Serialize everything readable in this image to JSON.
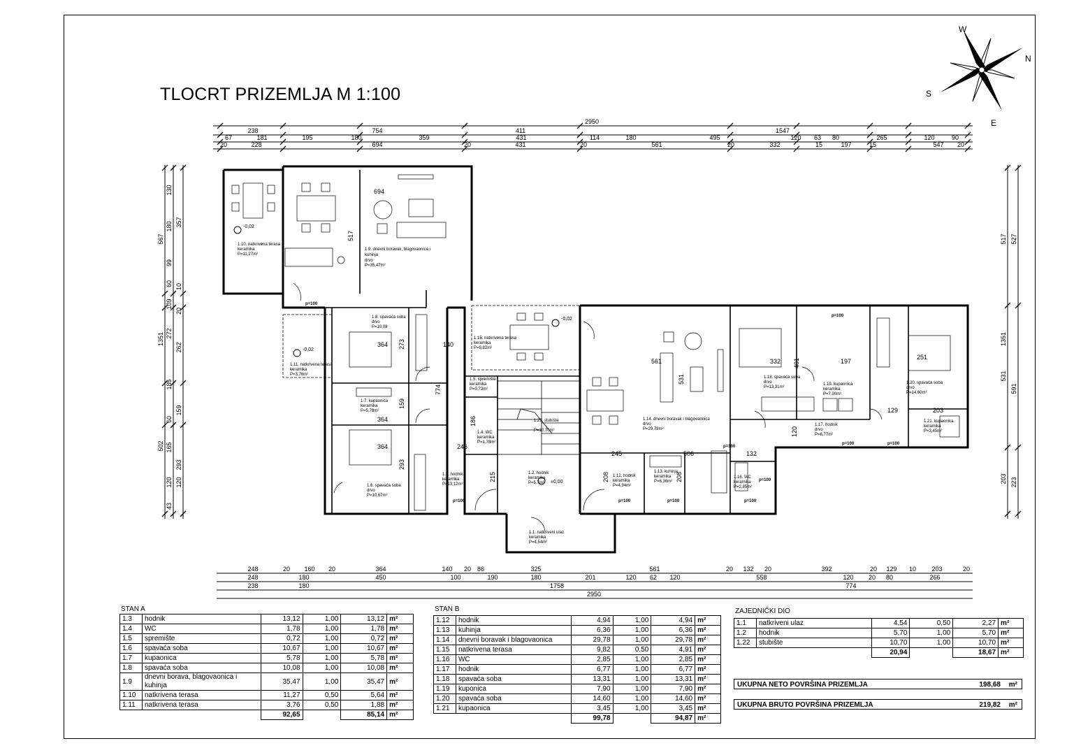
{
  "title": "TLOCRT PRIZEMLJA M 1:100",
  "compass": {
    "w": "W",
    "n": "N",
    "s": "S",
    "e": "E"
  },
  "dims": {
    "top_total": "2950",
    "top_row1": [
      "238",
      "754",
      "411",
      "1547"
    ],
    "top_row2": [
      "67",
      "181",
      "195",
      "180",
      "359",
      "431",
      "114",
      "180",
      "495",
      "120",
      "63",
      "80",
      "265",
      "120",
      "90"
    ],
    "top_row3": [
      "20",
      "228",
      "694",
      "20",
      "431",
      "20",
      "561",
      "20",
      "332",
      "15",
      "197",
      "15",
      "547",
      "20"
    ],
    "bottom_row1": [
      "248",
      "20",
      "160",
      "20",
      "364",
      "140",
      "20",
      "86",
      "325",
      "561",
      "20",
      "132",
      "20",
      "392",
      "20",
      "129",
      "10",
      "203",
      "20"
    ],
    "bottom_row2": [
      "248",
      "180",
      "450",
      "100",
      "190",
      "180",
      "201",
      "120",
      "62",
      "120",
      "558",
      "120",
      "20",
      "80",
      "266"
    ],
    "bottom_row3": [
      "238",
      "180",
      "1758",
      "774"
    ],
    "bottom_total": "2950",
    "left_outer": [
      "567",
      "1351",
      "502"
    ],
    "left_mid": [
      "130",
      "180",
      "99",
      "60",
      "109",
      "272",
      "185",
      "60",
      "165",
      "120",
      "43"
    ],
    "left_inner": [
      "357",
      "10",
      "20",
      "262",
      "159",
      "293",
      "120"
    ],
    "right_outer": [
      "517",
      "1351",
      "531",
      "203"
    ],
    "right_inner": [
      "527",
      "591",
      "223"
    ],
    "internal": [
      "694",
      "517",
      "364",
      "273",
      "140",
      "364",
      "364",
      "159",
      "293",
      "774",
      "186",
      "246",
      "215",
      "245",
      "506",
      "208",
      "208",
      "561",
      "531",
      "332",
      "401",
      "197",
      "251",
      "129",
      "203",
      "120",
      "132"
    ]
  },
  "rooms": {
    "r1_10": {
      "name": "1.10. natkrivena terasa",
      "mat": "keramika",
      "area": "P=11,27m²"
    },
    "r1_9": {
      "name": "1.9. dnevni boravak, blagovaonica i",
      "name2": "kuhinja",
      "mat": "drvo",
      "area": "P=35,47m²"
    },
    "r1_8": {
      "name": "1.8. spavaća soba",
      "mat": "drvo",
      "area": "P=10,08"
    },
    "r1_11": {
      "name": "1.11. natkrivena terasa",
      "mat": "keramika",
      "area": "P=3,76m²"
    },
    "r1_7": {
      "name": "1.7. kupaonica",
      "mat": "keramika",
      "area": "P=5,78m²"
    },
    "r1_6": {
      "name": "1.6. spavaća soba",
      "mat": "drvo",
      "area": "P=10,67m²"
    },
    "r1_5": {
      "name": "1.5. spremište",
      "mat": "keramika",
      "area": "P=0,72m²"
    },
    "r1_4": {
      "name": "1.4. WC",
      "mat": "keramika",
      "area": "P=1,78m²"
    },
    "r1_3": {
      "name": "1.3. hodnik",
      "mat": "keramika",
      "area": "P=13,12m²"
    },
    "r1_22": {
      "name": "1.22. stubište",
      "mat": "",
      "area": "P=10,70m²"
    },
    "r1_2": {
      "name": "1.2. hodnik",
      "mat": "keramika",
      "area": "P=5,7m²"
    },
    "r1_1": {
      "name": "1.1. natkriveni ulaz",
      "mat": "keramika",
      "area": "P=4,54m²"
    },
    "r1_15": {
      "name": "1.15. natkrivena terasa",
      "mat": "keramika",
      "area": "P=9,82m²"
    },
    "r1_14": {
      "name": "1.14. dnevni boravak i blagovaonica",
      "mat": "drvo",
      "area": "P=29,78m²"
    },
    "r1_12": {
      "name": "1.12. hodnik",
      "mat": "keramika",
      "area": "P=4,94m²"
    },
    "r1_13": {
      "name": "1.13. kuhinja",
      "mat": "keramika",
      "area": "P=6,36m²"
    },
    "r1_16": {
      "name": "1.16. WC",
      "mat": "keramika",
      "area": "P=2,85m²"
    },
    "r1_18": {
      "name": "1.18. spavaća soba",
      "mat": "drvo",
      "area": "P=13,31m²"
    },
    "r1_19": {
      "name": "1.19. kupaonica",
      "mat": "keramika",
      "area": "P=7,90m²"
    },
    "r1_17": {
      "name": "1.17. hodnik",
      "mat": "drvo",
      "area": "P=6,77m²"
    },
    "r1_20": {
      "name": "1.20. spavaća soba",
      "mat": "drvo",
      "area": "P=14,60m²"
    },
    "r1_21": {
      "name": "1.21. kupaonica",
      "mat": "keramika",
      "area": "P=3,45m²"
    }
  },
  "levels": [
    "-0,02",
    "-0,02",
    "-0,02",
    "±0,00"
  ],
  "pmarks": [
    "p=100",
    "p=100",
    "p=100",
    "p=100",
    "p=100",
    "p=100",
    "p=100",
    "p=100",
    "p=100",
    "p=100"
  ],
  "stan_a": {
    "caption": "STAN A",
    "rows": [
      [
        "1.3",
        "hodnik",
        "13,12",
        "1,00",
        "13,12"
      ],
      [
        "1.4",
        "WC",
        "1,78",
        "1,00",
        "1,78"
      ],
      [
        "1.5",
        "spremište",
        "0,72",
        "1,00",
        "0,72"
      ],
      [
        "1.6",
        "spavaća soba",
        "10,67",
        "1,00",
        "10,67"
      ],
      [
        "1.7",
        "kupaonica",
        "5,78",
        "1,00",
        "5,78"
      ],
      [
        "1.8",
        "spavaća soba",
        "10,08",
        "1,00",
        "10,08"
      ],
      [
        "1.9",
        "dnevni borava, blagovaonica i",
        "35,47",
        "1,00",
        "35,47"
      ],
      [
        "1.10",
        "natkrivena terasa",
        "11,27",
        "0,50",
        "5,64"
      ],
      [
        "1.11",
        "natkrivena terasa",
        "3,76",
        "0,50",
        "1,88"
      ]
    ],
    "row9_line2": "kuhinja",
    "total_gross": "92,65",
    "total_net": "85,14",
    "unit": "m²"
  },
  "stan_b": {
    "caption": "STAN B",
    "rows": [
      [
        "1.12",
        "hodnik",
        "4,94",
        "1,00",
        "4,94"
      ],
      [
        "1.13",
        "kuhinja",
        "6,36",
        "1,00",
        "6,36"
      ],
      [
        "1.14",
        "dnevni boravak i blagovaonica",
        "29,78",
        "1,00",
        "29,78"
      ],
      [
        "1.15",
        "natkrivena terasa",
        "9,82",
        "0,50",
        "4,91"
      ],
      [
        "1.16",
        "WC",
        "2,85",
        "1,00",
        "2,85"
      ],
      [
        "1.17",
        "hodnik",
        "6,77",
        "1,00",
        "6,77"
      ],
      [
        "1.18",
        "spavaća soba",
        "13,31",
        "1,00",
        "13,31"
      ],
      [
        "1.19",
        "kuponica",
        "7,90",
        "1,00",
        "7,90"
      ],
      [
        "1.20",
        "spavaća soba",
        "14,60",
        "1,00",
        "14,60"
      ],
      [
        "1.21",
        "kupaonica",
        "3,45",
        "1,00",
        "3,45"
      ]
    ],
    "total_gross": "99,78",
    "total_net": "94,87",
    "unit": "m²"
  },
  "zajednicki": {
    "caption": "ZAJEDNIČKI DIO",
    "rows": [
      [
        "1.1",
        "natkriveni ulaz",
        "4,54",
        "0,50",
        "2,27"
      ],
      [
        "1.2",
        "hodnik",
        "5,70",
        "1,00",
        "5,70"
      ],
      [
        "1.22",
        "stubište",
        "10,70",
        "1,00",
        "10,70"
      ]
    ],
    "total_gross": "20,94",
    "total_net": "18,67",
    "unit": "m²"
  },
  "summary": {
    "neto_label": "UKUPNA NETO POVRŠINA PRIZEMLJA",
    "neto_value": "198,68",
    "bruto_label": "UKUPNA BRUTO POVRŠINA PRIZEMLJA",
    "bruto_value": "219,82",
    "unit": "m²"
  }
}
